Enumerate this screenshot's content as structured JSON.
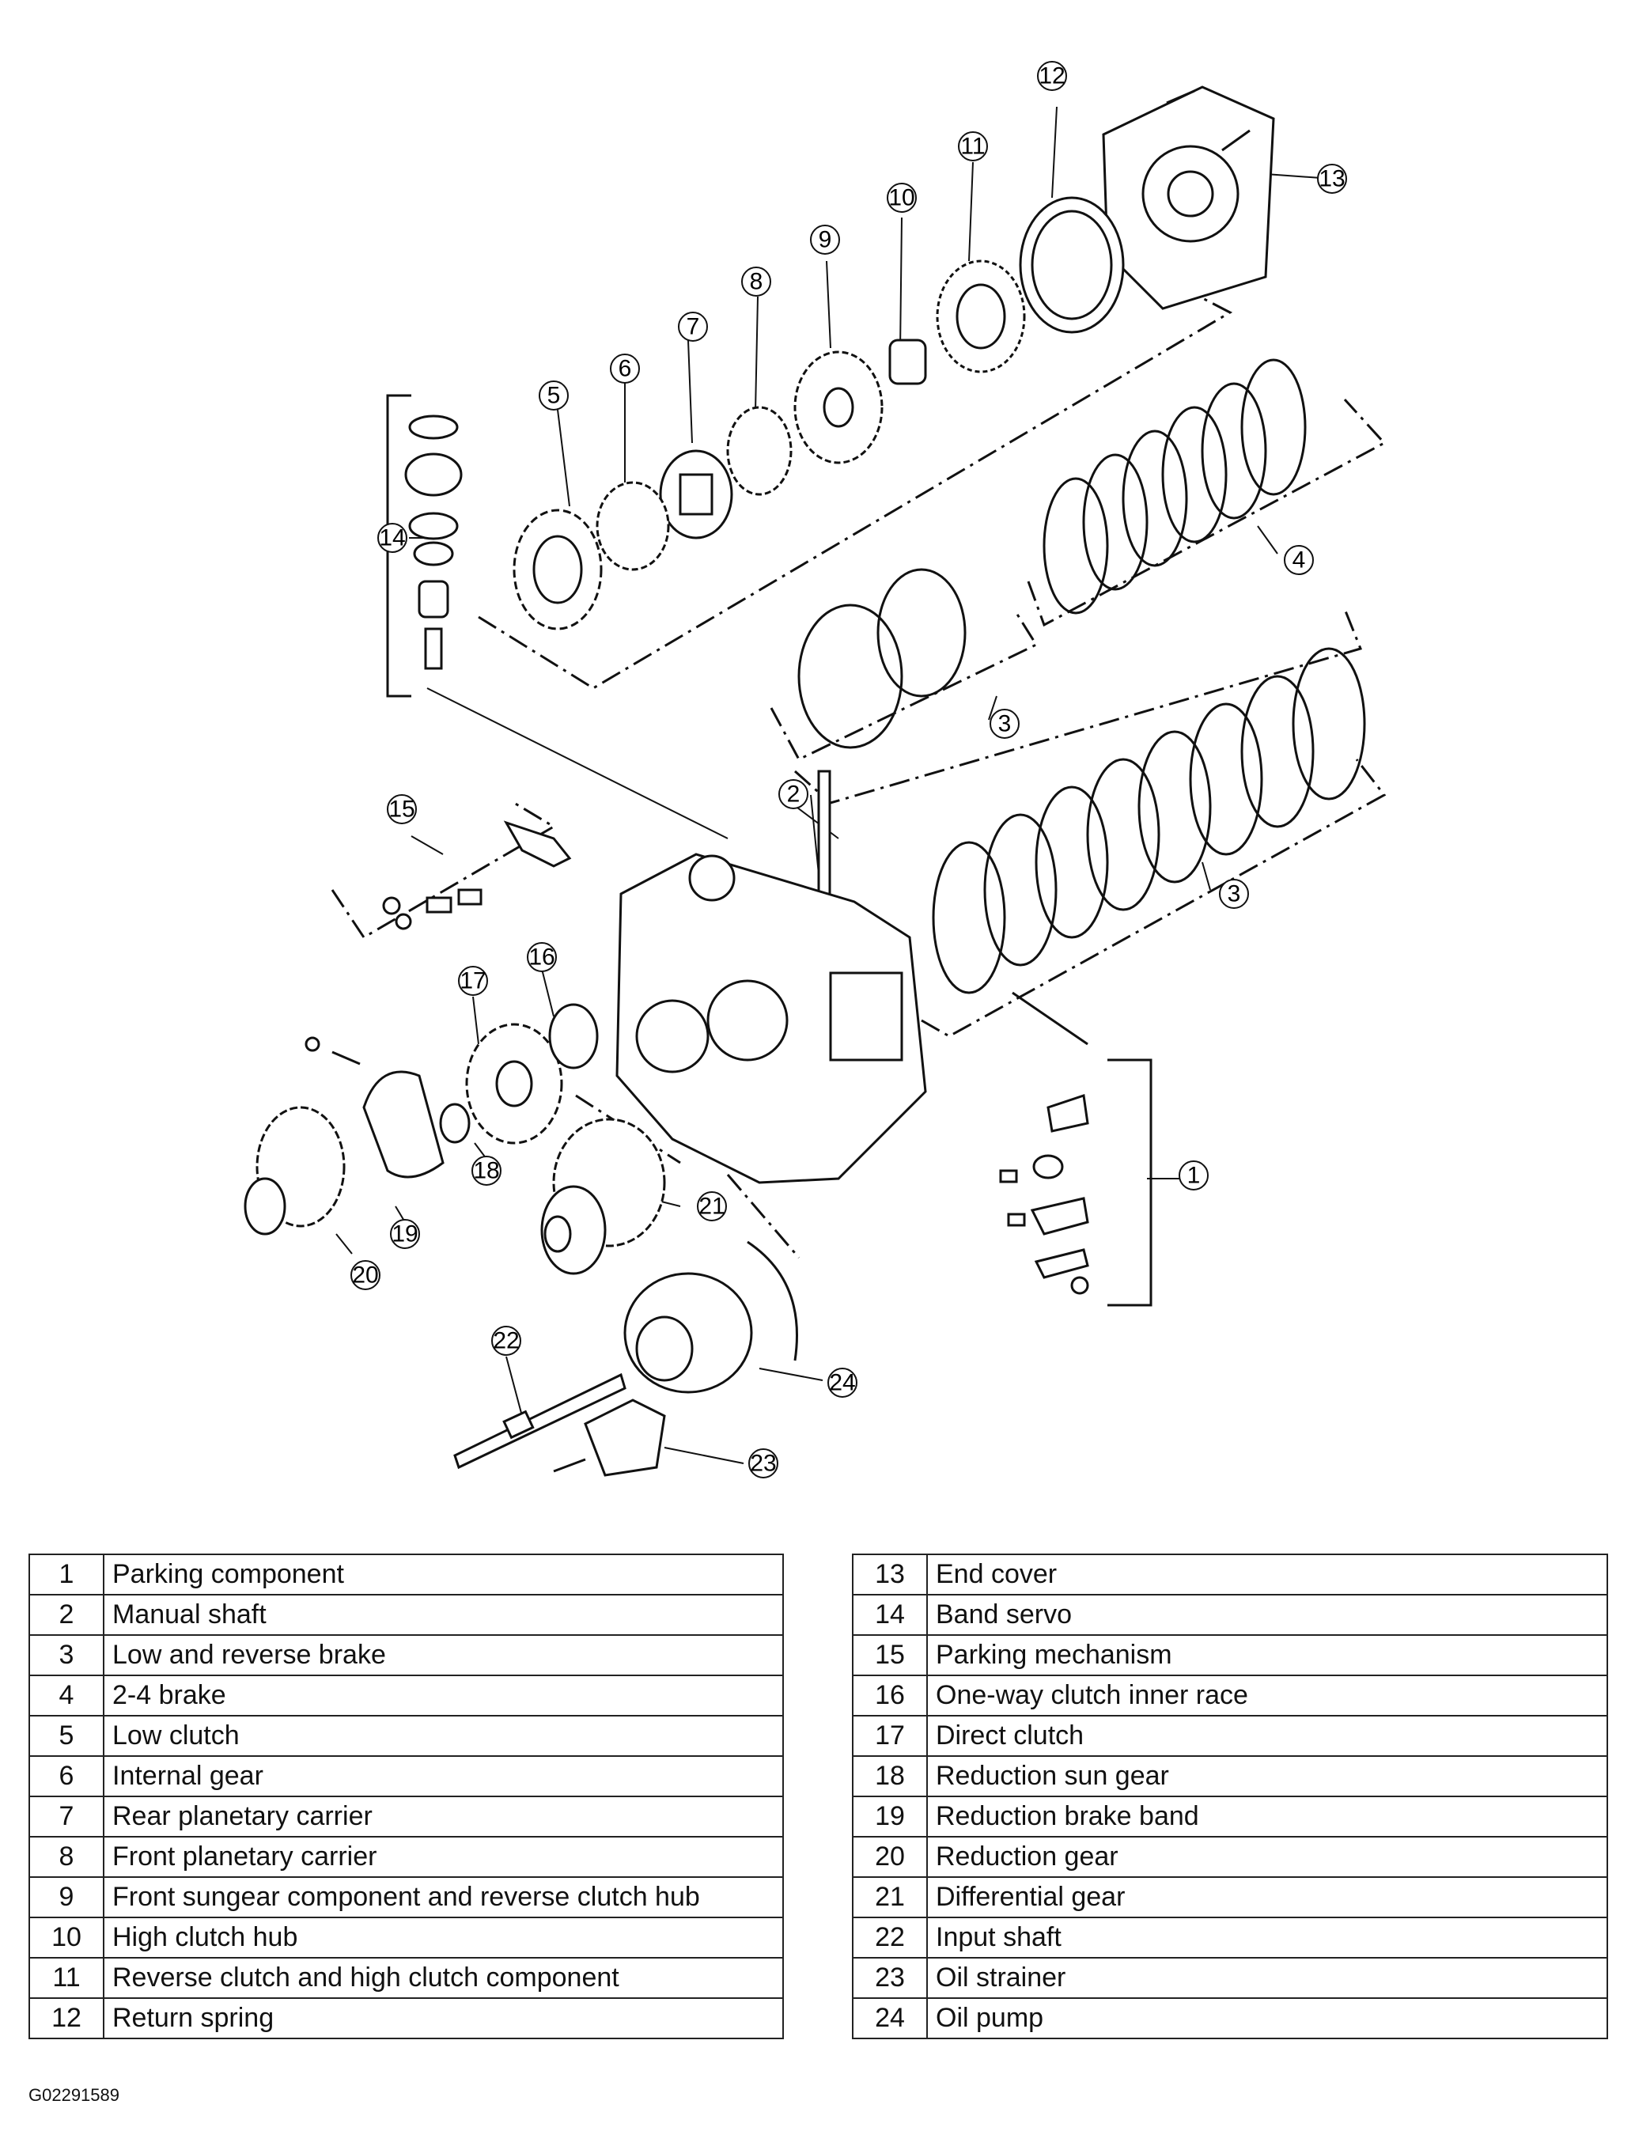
{
  "callouts": [
    "1",
    "2",
    "3",
    "3",
    "4",
    "5",
    "6",
    "7",
    "8",
    "9",
    "10",
    "11",
    "12",
    "13",
    "14",
    "15",
    "16",
    "17",
    "18",
    "19",
    "20",
    "21",
    "22",
    "23",
    "24"
  ],
  "legend_left": [
    {
      "num": "1",
      "label": "Parking component"
    },
    {
      "num": "2",
      "label": "Manual shaft"
    },
    {
      "num": "3",
      "label": "Low and reverse brake"
    },
    {
      "num": "4",
      "label": "2-4 brake"
    },
    {
      "num": "5",
      "label": "Low clutch"
    },
    {
      "num": "6",
      "label": "Internal gear"
    },
    {
      "num": "7",
      "label": "Rear planetary carrier"
    },
    {
      "num": "8",
      "label": "Front planetary carrier"
    },
    {
      "num": "9",
      "label": "Front sungear component and reverse clutch hub"
    },
    {
      "num": "10",
      "label": "High clutch hub"
    },
    {
      "num": "11",
      "label": "Reverse clutch and high clutch component"
    },
    {
      "num": "12",
      "label": "Return spring"
    }
  ],
  "legend_right": [
    {
      "num": "13",
      "label": "End cover"
    },
    {
      "num": "14",
      "label": "Band servo"
    },
    {
      "num": "15",
      "label": "Parking mechanism"
    },
    {
      "num": "16",
      "label": "One-way clutch inner race"
    },
    {
      "num": "17",
      "label": "Direct clutch"
    },
    {
      "num": "18",
      "label": "Reduction sun gear"
    },
    {
      "num": "19",
      "label": "Reduction brake band"
    },
    {
      "num": "20",
      "label": "Reduction gear"
    },
    {
      "num": "21",
      "label": "Differential gear"
    },
    {
      "num": "22",
      "label": "Input shaft"
    },
    {
      "num": "23",
      "label": "Oil strainer"
    },
    {
      "num": "24",
      "label": "Oil pump"
    }
  ],
  "figure_id": "G02291589"
}
